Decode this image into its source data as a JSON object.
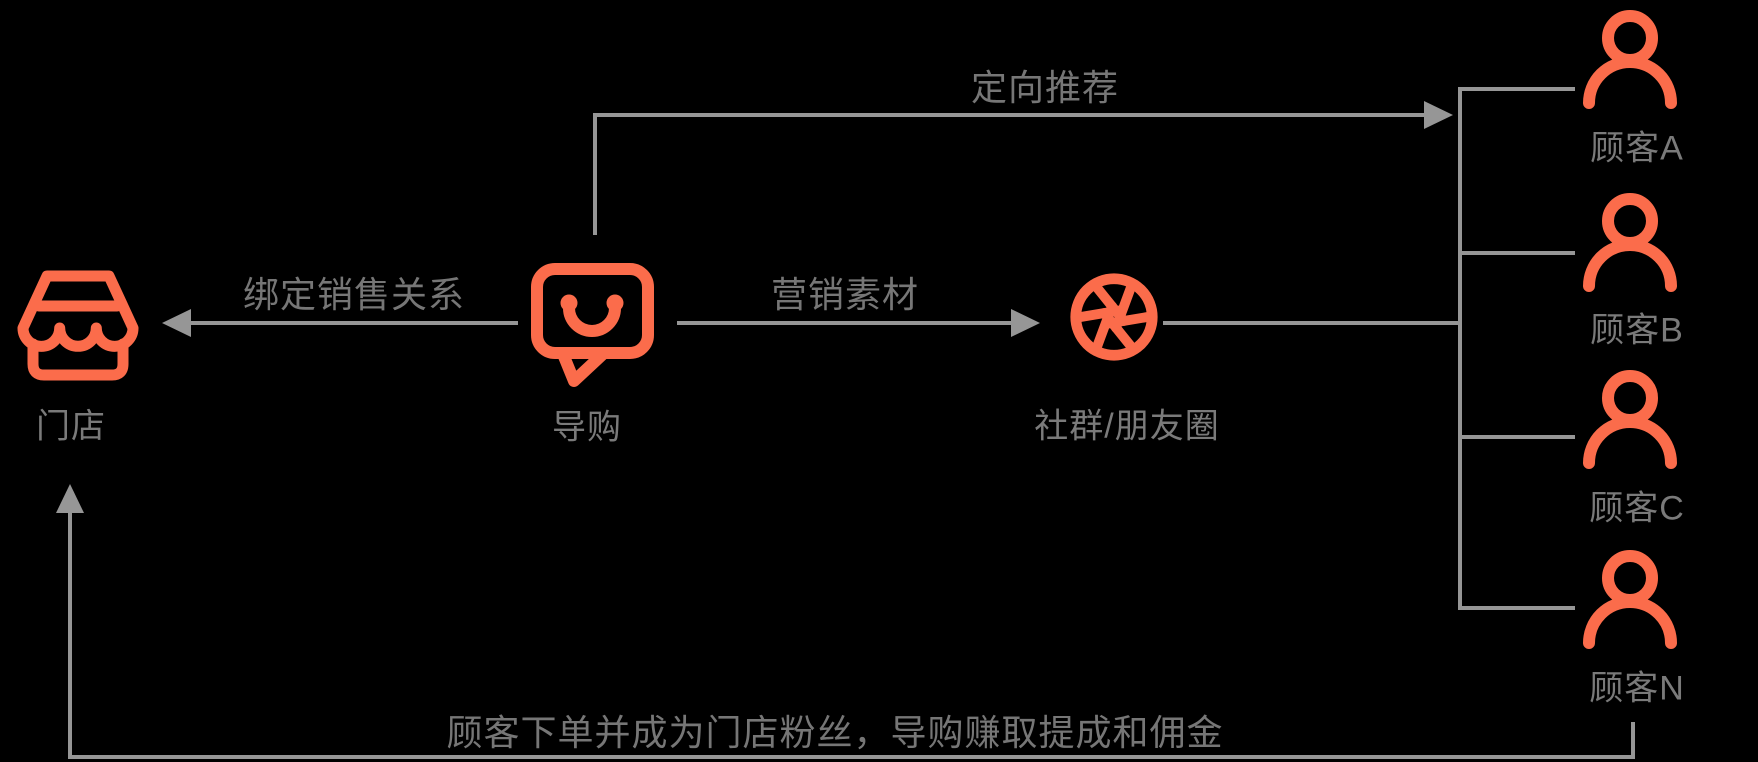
{
  "diagram_title": "",
  "colors": {
    "background": "#000000",
    "accent_orange": "#FB6C4B",
    "line_gray": "#969696",
    "text_gray": "#767676"
  },
  "nodes": {
    "store": {
      "label": "门店",
      "icon": "storefront-icon"
    },
    "guide": {
      "label": "导购",
      "icon": "chat-bubble-smile-icon"
    },
    "community": {
      "label": "社群/朋友圈",
      "icon": "aperture-icon"
    },
    "customers": [
      {
        "label": "顾客A",
        "icon": "person-icon"
      },
      {
        "label": "顾客B",
        "icon": "person-icon"
      },
      {
        "label": "顾客C",
        "icon": "person-icon"
      },
      {
        "label": "顾客N",
        "icon": "person-icon"
      }
    ]
  },
  "edges": {
    "bind": {
      "label": "绑定销售关系",
      "from": "导购",
      "to": "门店"
    },
    "marketing": {
      "label": "营销素材",
      "from": "导购",
      "to": "社群/朋友圈"
    },
    "targeted": {
      "label": "定向推荐",
      "from": "导购",
      "to": "顾客"
    },
    "feedback": {
      "label": "顾客下单并成为门店粉丝，导购赚取提成和佣金",
      "from": "顾客N",
      "to": "门店"
    }
  }
}
